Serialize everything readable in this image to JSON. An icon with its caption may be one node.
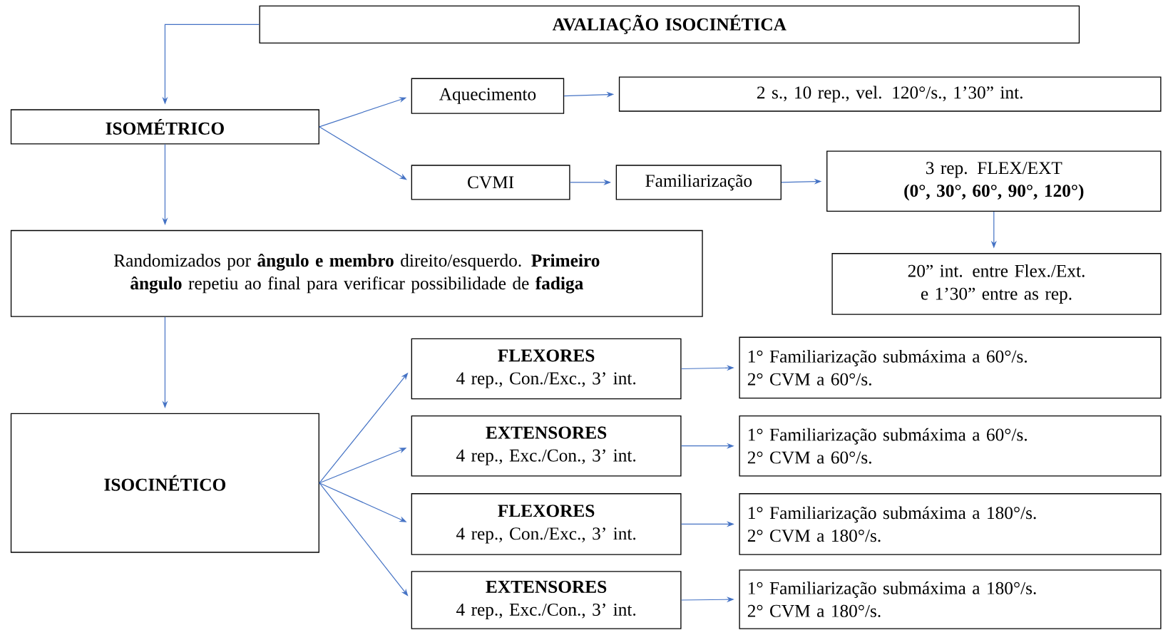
{
  "diagram": {
    "nodes": [
      {
        "text": [
          "AVALIAÇÃO  ISOCINÉTICA"
        ]
      },
      {
        "text": [
          "ISOMÉTRICO"
        ]
      },
      {
        "text": [
          "Aquecimento"
        ]
      },
      {
        "text": [
          "2 s., 10 rep., vel.  120°/s., 1’30” int."
        ]
      },
      {
        "text": [
          "CVMI"
        ]
      },
      {
        "text": [
          "Familiarização"
        ]
      },
      {
        "text": [
          "3 rep. FLEX/EXT",
          "(0°, 30°, 60°, 90°, 120°)"
        ]
      },
      {
        "text": [
          "20” int.  entre Flex./Ext. e 1’30” entre as rep."
        ]
      },
      {
        "text": [
          "Randomizados por **ângulo e membro** direito/esquerdo. **Primeiro ângulo** repetiu ao final  para verificar  possibilidade  de **fadiga**"
        ]
      },
      {
        "text": [
          "ISOCINÉTICO"
        ]
      },
      {
        "text": [
          "FLEXORES",
          "4 rep., Con./Exc., 3’ int."
        ]
      },
      {
        "text": [
          "1° Familiarização  submáxima a 60°/s.",
          "2° CVM a 60°/s."
        ]
      },
      {
        "text": [
          "EXTENSORES",
          "4 rep., Exc./Con., 3’ int."
        ]
      },
      {
        "text": [
          "1° Familiarização  submáxima a 60°/s.",
          "2° CVM a 60°/s."
        ]
      },
      {
        "text": [
          "FLEXORES",
          "4 rep., Con./Exc., 3’ int."
        ]
      },
      {
        "text": [
          "1° Familiarização  submáxima a 180°/s.",
          "2° CVM a 180°/s."
        ]
      },
      {
        "text": [
          "EXTENSORES",
          "4 rep., Exc./Con., 3’ int."
        ]
      },
      {
        "text": [
          "1° Familiarização  submáxima a 180°/s.",
          "2° CVM a 180°/s."
        ]
      }
    ],
    "edges": [
      {
        "from": 0,
        "to": 1,
        "arrow": "to"
      },
      {
        "from": 1,
        "to": 2,
        "arrow": "to"
      },
      {
        "from": 1,
        "to": 4,
        "arrow": "to"
      },
      {
        "from": 2,
        "to": 3,
        "arrow": "to"
      },
      {
        "from": 4,
        "to": 5,
        "arrow": "to"
      },
      {
        "from": 5,
        "to": 6,
        "arrow": "to"
      },
      {
        "from": 6,
        "to": 7,
        "arrow": "to"
      },
      {
        "from": 1,
        "to": 8,
        "arrow": "to"
      },
      {
        "from": 8,
        "to": 9,
        "arrow": "to"
      },
      {
        "from": 9,
        "to": 10,
        "arrow": "to"
      },
      {
        "from": 9,
        "to": 12,
        "arrow": "to"
      },
      {
        "from": 9,
        "to": 14,
        "arrow": "to"
      },
      {
        "from": 9,
        "to": 16,
        "arrow": "to"
      },
      {
        "from": 10,
        "to": 11,
        "arrow": "to"
      },
      {
        "from": 12,
        "to": 13,
        "arrow": "to"
      },
      {
        "from": 14,
        "to": 15,
        "arrow": "to"
      },
      {
        "from": 16,
        "to": 17,
        "arrow": "to"
      }
    ]
  }
}
